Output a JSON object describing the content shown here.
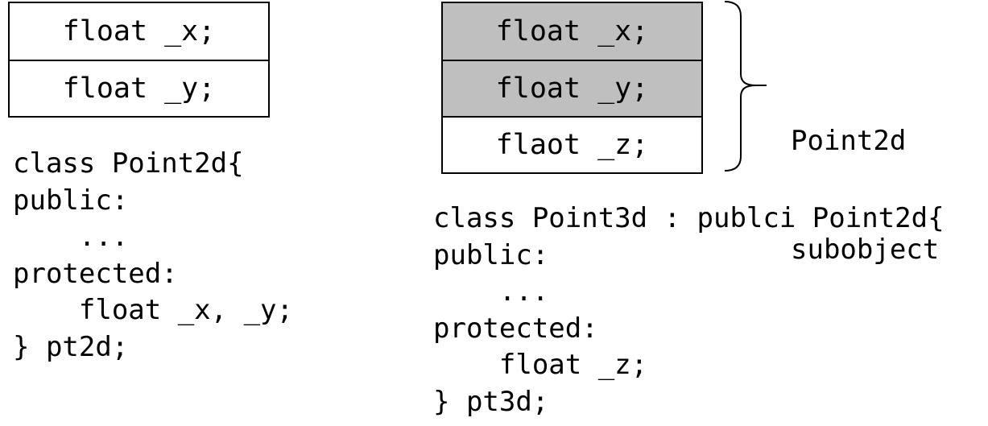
{
  "point2d": {
    "memory": [
      {
        "text": "float _x;",
        "shaded": false
      },
      {
        "text": "float _y;",
        "shaded": false
      }
    ],
    "code": [
      "class Point2d{",
      "public:",
      "    ...",
      "protected:",
      "    float _x, _y;",
      "} pt2d;"
    ]
  },
  "point3d": {
    "memory": [
      {
        "text": "float _x;",
        "shaded": true
      },
      {
        "text": "float _y;",
        "shaded": true
      },
      {
        "text": "flaot _z;",
        "shaded": false
      }
    ],
    "code": [
      "class Point3d : publci Point2d{",
      "public:",
      "    ...",
      "protected:",
      "    float _z;",
      "} pt3d;"
    ],
    "subobject_label": [
      "Point2d",
      "subobject"
    ]
  },
  "colors": {
    "shaded": "#bfbfbf",
    "line": "#000000"
  }
}
